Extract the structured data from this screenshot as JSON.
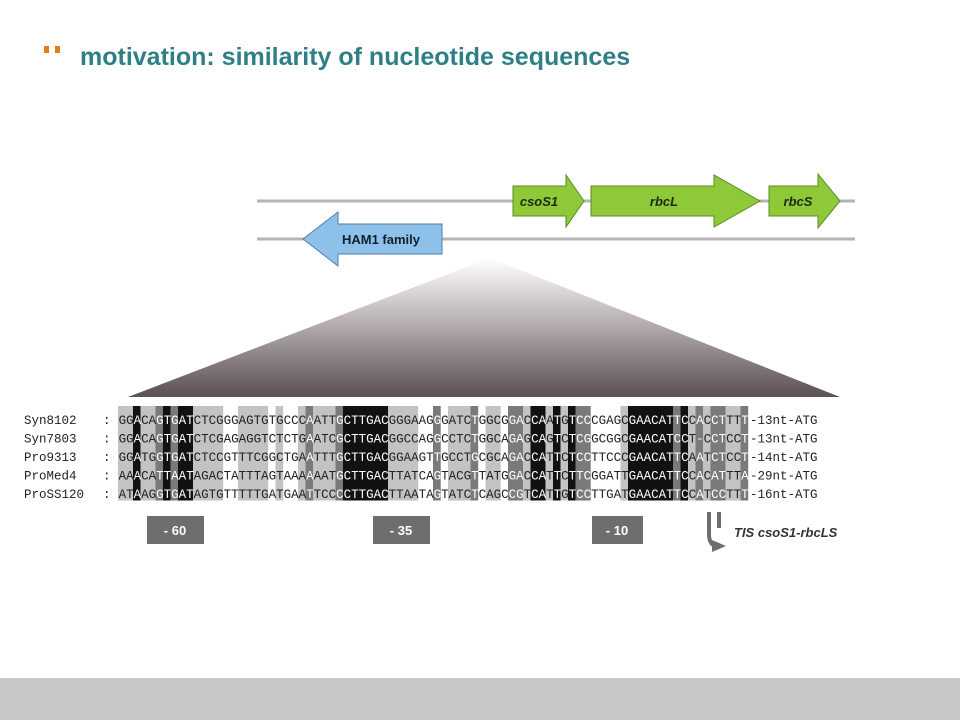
{
  "header": {
    "title": "motivation: similarity of nucleotide sequences"
  },
  "operon": {
    "genes_top": [
      {
        "name": "csoS1",
        "color": "#8fc93a"
      },
      {
        "name": "rbcL",
        "color": "#8fc93a"
      },
      {
        "name": "rbcS",
        "color": "#8fc93a"
      }
    ],
    "genes_bottom": [
      {
        "name": "HAM1 family",
        "color": "#8ec1ea"
      }
    ]
  },
  "alignment": {
    "rows": [
      {
        "name": "Syn8102",
        "seq": "GGACAGTGATCTCGGGAGTGTGCCCAATTGCTTGACGGGAAGGGATCTGGCGGACCAATGTCCCGAGCGAACATTCCACCTTTT",
        "suffix": "-13nt-ATG"
      },
      {
        "name": "Syn7803",
        "seq": "GGACAGTGATCTCGAGAGGTCTCTGAATCGCTTGACGGCCAGGCCTCTGGCAGAGCAGTCTCGGCGGCGAACATCCT-CCTCCT",
        "suffix": "-13nt-ATG"
      },
      {
        "name": "Pro9313",
        "seq": "GGATGGTGATCTCCGTTTCGGCTGAATTTGCTTGACGGAAGTTGCCTGCGCAGACCATTCTCCTTCCCGAACATTCAATCTCCT",
        "suffix": "-14nt-ATG"
      },
      {
        "name": "ProMed4",
        "seq": "AAACATTAATAGACTATTTAGTAAAAAATGCTTGACTTATCAGTACGTTATGGACCATTCTTCGGATTGAACATTCCACATTTA",
        "suffix": "-29nt-ATG"
      },
      {
        "name": "ProSS120",
        "seq": "ATAAGGTGATAGTGTTTTTGATGAATTCCCCTTGACTTAATAGTATCTCAGCCGTCATTGTCCTTGATGAACATTCCATCCTTT",
        "suffix": "-16nt-ATG"
      }
    ],
    "separator": ":"
  },
  "promoter_boxes": [
    {
      "label": "- 60"
    },
    {
      "label": "- 35"
    },
    {
      "label": "- 10"
    }
  ],
  "tis_label": "TIS csoS1-rbcLS",
  "colors": {
    "title": "#2f7f86",
    "accent_dots": "#e07d1e",
    "conserved_full": "#111111",
    "conserved_high": "#7a7a7a",
    "conserved_mid": "#c3c3c3",
    "box_fill": "#6e6e6e",
    "footer": "#c8c8c8"
  }
}
